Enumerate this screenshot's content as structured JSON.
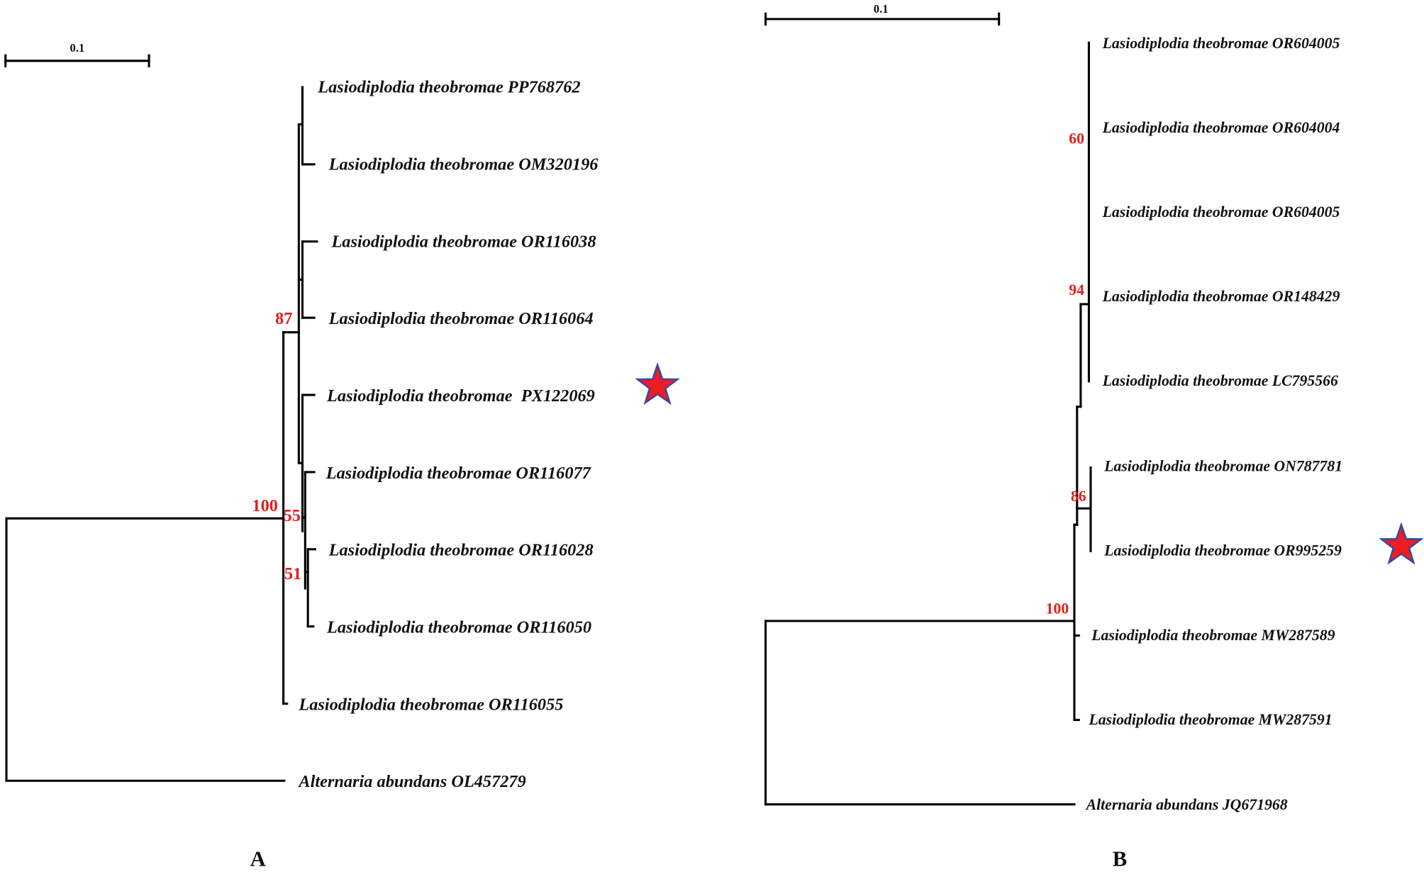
{
  "panels": {
    "A": {
      "label": "A",
      "scale_label": "0.1",
      "tips": [
        "Lasiodiplodia theobromae PP768762",
        "Lasiodiplodia theobromae OM320196",
        "Lasiodiplodia theobromae OR116038",
        "Lasiodiplodia theobromae OR116064",
        "Lasiodiplodia theobromae  PX122069",
        "Lasiodiplodia theobromae OR116077",
        "Lasiodiplodia theobromae OR116028",
        "Lasiodiplodia theobromae OR116050",
        "Lasiodiplodia theobromae OR116055",
        "Alternaria abundans OL457279"
      ],
      "bootstrap": [
        "87",
        "100",
        "55",
        "51"
      ],
      "highlighted_tip": "Lasiodiplodia theobromae  PX122069"
    },
    "B": {
      "label": "B",
      "scale_label": "0.1",
      "tips": [
        "Lasiodiplodia theobromae OR604005",
        "Lasiodiplodia theobromae OR604004",
        "Lasiodiplodia theobromae OR604005",
        "Lasiodiplodia theobromae OR148429",
        "Lasiodiplodia theobromae LC795566",
        "Lasiodiplodia theobromae ON787781",
        "Lasiodiplodia theobromae OR995259",
        "Lasiodiplodia theobromae MW287589",
        "Lasiodiplodia theobromae MW287591",
        "Alternaria abundans JQ671968"
      ],
      "bootstrap": [
        "60",
        "94",
        "86",
        "100"
      ],
      "highlighted_tip": "Lasiodiplodia theobromae OR995259"
    }
  },
  "colors": {
    "bootstrap": "#e0201c",
    "star_fill": "#ee1c24",
    "star_stroke": "#3b4a9a",
    "branches": "#000000"
  },
  "icons": {
    "highlight_marker": "star-icon"
  }
}
